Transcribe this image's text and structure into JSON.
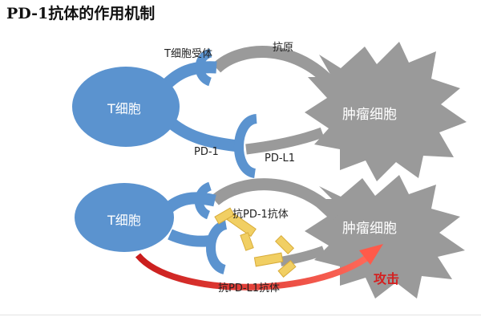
{
  "title": "PD-1抗体的作用机制",
  "colors": {
    "t_cell": "#5b93cf",
    "tumor": "#9a9a9a",
    "antibody": "#f1cf63",
    "attack_arrow": "#d42020",
    "text": "#222222"
  },
  "top_panel": {
    "t_cell_label": "T细胞",
    "tumor_label": "肿瘤细胞",
    "receptor_label": "T细胞受体",
    "antigen_label": "抗原",
    "pd1_label": "PD-1",
    "pdl1_label": "PD-L1"
  },
  "bottom_panel": {
    "t_cell_label": "T细胞",
    "tumor_label": "肿瘤细胞",
    "anti_pd1_label": "抗PD-1抗体",
    "anti_pdl1_label": "抗PD-L1抗体",
    "attack_label": "攻击"
  }
}
